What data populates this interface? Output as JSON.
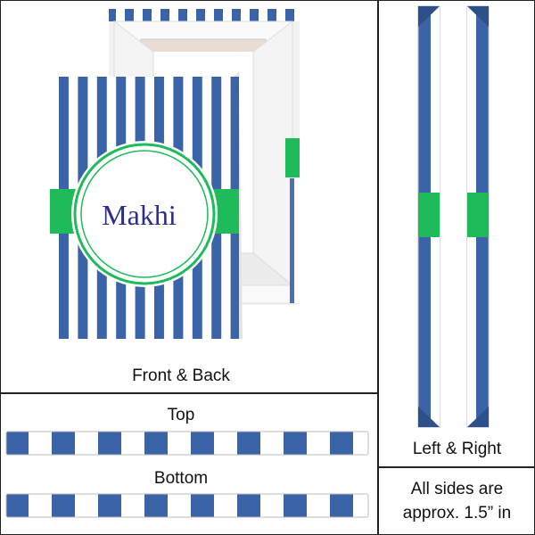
{
  "product": {
    "monogram": "Makhi",
    "colors": {
      "stripe": "#3a63a8",
      "band": "#1fba5a",
      "text": "#2a2f8a",
      "frame": "#222222"
    }
  },
  "panels": {
    "front_back_label": "Front & Back",
    "top_label": "Top",
    "bottom_label": "Bottom",
    "left_right_label": "Left & Right",
    "sides_note_line1": "All sides are",
    "sides_note_line2": "approx. 1.5” in"
  }
}
